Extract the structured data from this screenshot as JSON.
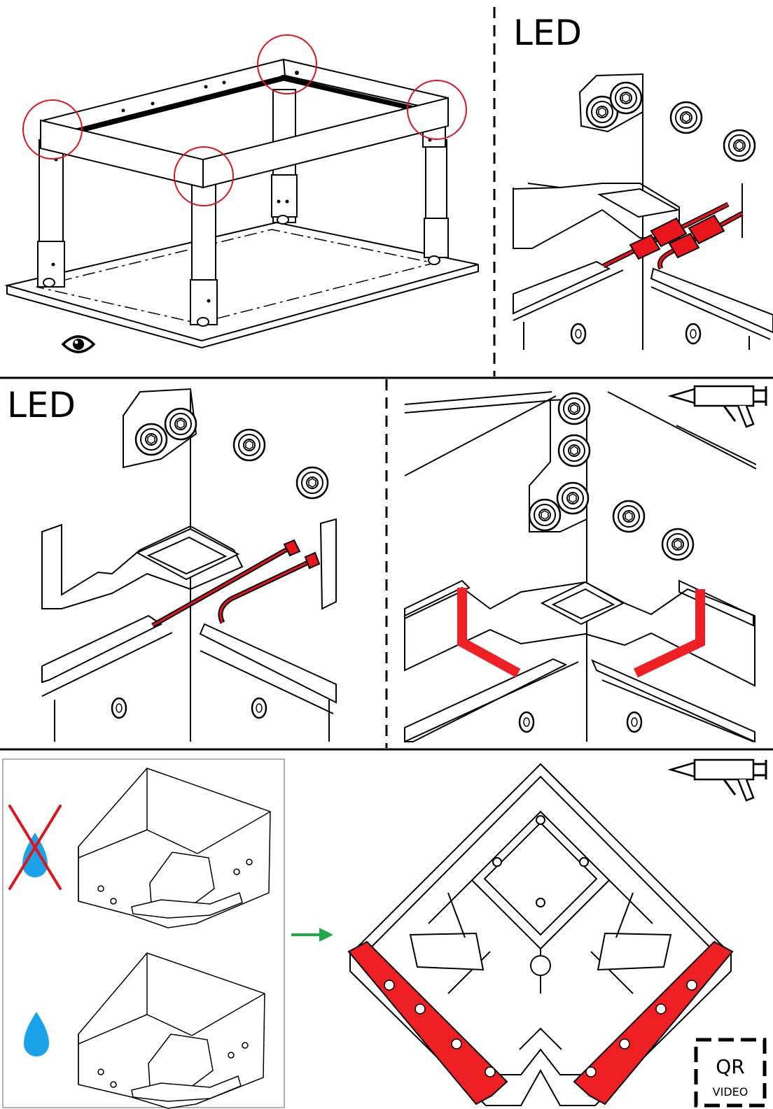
{
  "panels": {
    "led_top": {
      "label": "LED"
    },
    "led_mid": {
      "label": "LED"
    },
    "qr": {
      "title": "QR",
      "subtitle": "VIDEO"
    }
  },
  "colors": {
    "line": "#000000",
    "highlight_circle": "#e0141b",
    "sealant_red": "#ee2024",
    "cable_red": "#e8151b",
    "water_blue": "#1aa3e8",
    "cross_red": "#e0141b",
    "arrow_green": "#22a84a"
  },
  "icons": [
    "eye-icon",
    "caulk-gun-icon",
    "water-drop-icon",
    "prohibited-cross-icon",
    "arrow-right-icon",
    "qr-code-placeholder-icon"
  ]
}
